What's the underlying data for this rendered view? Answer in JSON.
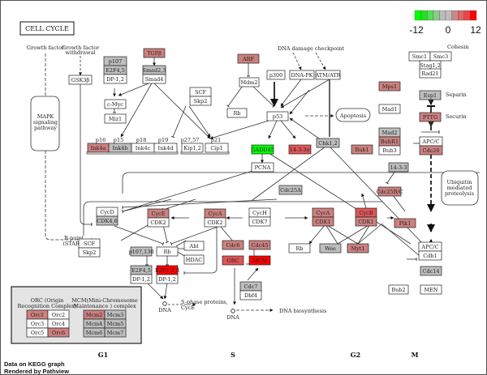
{
  "title": "CELL CYCLE",
  "legend": {
    "min_label": "-12",
    "mid_label": "0",
    "max_label": "12",
    "colors": [
      "#00ff00",
      "#22e022",
      "#55dd55",
      "#88cc88",
      "#bbbbbb",
      "#bebebe",
      "#cc8888",
      "#dd6666",
      "#ee4444",
      "#ff0000"
    ]
  },
  "colors": {
    "up_strong": "#ff0000",
    "up_medium": "#e05555",
    "up_light": "#cd8080",
    "neutral": "#bebebe",
    "none": "#ffffff",
    "down_strong": "#00ff00"
  },
  "labels": {
    "growth_factor": "Growth factor",
    "growth_factor_withdrawal_1": "Growth factor",
    "growth_factor_withdrawal_2": "withdrawal",
    "mapk_1": "MAPK",
    "mapk_2": "signaling",
    "mapk_3": "pathway",
    "dna_damage": "DNA damage checkpoint",
    "apoptosis": "Apoptosis",
    "rpoint_1": "R-point",
    "rpoint_2": "(START)",
    "cohesin": "Cohesin",
    "separin": "Separin",
    "securin": "Securin",
    "ubiquitin_1": "Ubiquitin",
    "ubiquitin_2": "mediated",
    "ubiquitin_3": "proteolysis",
    "sphase_1": "S-phase proteins,",
    "sphase_2": "CycE",
    "dna1": "DNA",
    "dna2": "DNA",
    "dna_biosynthesis": "DNA biosynthesis",
    "p16": "p16",
    "p15": "p15",
    "p18": "p18",
    "p19": "p19",
    "p27": "p27,57",
    "p21": "p21",
    "orc_title_1": "ORC (Origin",
    "orc_title_2": "Recognition Complex)",
    "mcm_title_1": "MCM(Mini-Chromosome",
    "mcm_title_2": "Maintenance ) complex"
  },
  "phases": [
    "G1",
    "S",
    "G2",
    "M"
  ],
  "footer": {
    "line1": "Data on KEGG graph",
    "line2": "Rendered by Pathview"
  },
  "nodes": [
    {
      "id": "gsk3b",
      "label": "GSK3β",
      "color": "none"
    },
    {
      "id": "p107a",
      "label": "p107",
      "color": "neutral"
    },
    {
      "id": "e2f45a",
      "label": "E2F4,5",
      "color": "neutral"
    },
    {
      "id": "dp12a",
      "label": "DP-1,2",
      "color": "none"
    },
    {
      "id": "tgfb",
      "label": "TGFβ",
      "color": "up_light"
    },
    {
      "id": "smad23",
      "label": "Smad2,3",
      "color": "neutral"
    },
    {
      "id": "smad4",
      "label": "Smad4",
      "color": "none"
    },
    {
      "id": "cmyc",
      "label": "c-Myc",
      "color": "none"
    },
    {
      "id": "miz1",
      "label": "Miz1",
      "color": "none"
    },
    {
      "id": "ink4a",
      "label": "Ink4a",
      "color": "up_light"
    },
    {
      "id": "ink4b",
      "label": "Ink4b",
      "color": "neutral"
    },
    {
      "id": "ink4c",
      "label": "Ink4c",
      "color": "none"
    },
    {
      "id": "ink4d",
      "label": "Ink4d",
      "color": "none"
    },
    {
      "id": "scf1",
      "label": "SCF",
      "color": "none"
    },
    {
      "id": "skp2a",
      "label": "Skp2",
      "color": "none"
    },
    {
      "id": "kip12",
      "label": "Kip1,2",
      "color": "none"
    },
    {
      "id": "cip1",
      "label": "Cip1",
      "color": "none"
    },
    {
      "id": "arf",
      "label": "ARF",
      "color": "up_light"
    },
    {
      "id": "mdm2",
      "label": "Mdm2",
      "color": "none"
    },
    {
      "id": "rb1",
      "label": "Rb",
      "color": "none"
    },
    {
      "id": "p300",
      "label": "p300",
      "color": "none"
    },
    {
      "id": "dnapk",
      "label": "DNA-PK",
      "color": "none"
    },
    {
      "id": "atmatr",
      "label": "ATM/ATR",
      "color": "none"
    },
    {
      "id": "p53",
      "label": "p53",
      "color": "none"
    },
    {
      "id": "gadd45",
      "label": "GADD45",
      "color": "down_strong"
    },
    {
      "id": "s1433s",
      "label": "14-3-3σ",
      "color": "up_medium"
    },
    {
      "id": "chk12",
      "label": "Chk1,2",
      "color": "neutral"
    },
    {
      "id": "pcna",
      "label": "PCNA",
      "color": "none"
    },
    {
      "id": "mps1",
      "label": "Mps1",
      "color": "up_light"
    },
    {
      "id": "mad1",
      "label": "Mad1",
      "color": "none"
    },
    {
      "id": "mad2",
      "label": "Mad2",
      "color": "neutral"
    },
    {
      "id": "bubr1",
      "label": "BubR1",
      "color": "up_light"
    },
    {
      "id": "bub3",
      "label": "Bub3",
      "color": "none"
    },
    {
      "id": "bub1",
      "label": "Bub1",
      "color": "up_light"
    },
    {
      "id": "smc1",
      "label": "Smc1",
      "color": "none"
    },
    {
      "id": "smc3",
      "label": "Smc3",
      "color": "none"
    },
    {
      "id": "stag12",
      "label": "Stag1,2",
      "color": "none"
    },
    {
      "id": "rad21",
      "label": "Rad21",
      "color": "none"
    },
    {
      "id": "esp1",
      "label": "Esp1",
      "color": "neutral"
    },
    {
      "id": "pttg",
      "label": "PTTG",
      "color": "up_light"
    },
    {
      "id": "apcc1",
      "label": "APC/C",
      "color": "none"
    },
    {
      "id": "cdc20",
      "label": "Cdc20",
      "color": "up_light"
    },
    {
      "id": "s1433",
      "label": "14-3-3",
      "color": "neutral"
    },
    {
      "id": "cdc25a",
      "label": "Cdc25A",
      "color": "neutral"
    },
    {
      "id": "cdc25bc",
      "label": "Cdc25B/C",
      "color": "up_light"
    },
    {
      "id": "cycd",
      "label": "CycD",
      "color": "none"
    },
    {
      "id": "cdk46",
      "label": "CDK4,6",
      "color": "neutral"
    },
    {
      "id": "cyce",
      "label": "CycE",
      "color": "up_light"
    },
    {
      "id": "cdk2a",
      "label": "CDK2",
      "color": "none"
    },
    {
      "id": "cyca1",
      "label": "CycA",
      "color": "up_light"
    },
    {
      "id": "cdk2b",
      "label": "CDK2",
      "color": "none"
    },
    {
      "id": "cych",
      "label": "CycH",
      "color": "none"
    },
    {
      "id": "cdk7",
      "label": "CDK7",
      "color": "none"
    },
    {
      "id": "cyca2",
      "label": "CycA",
      "color": "up_light"
    },
    {
      "id": "cdk1a",
      "label": "CDK1",
      "color": "up_light"
    },
    {
      "id": "cycb",
      "label": "CycB",
      "color": "up_medium"
    },
    {
      "id": "cdk1b",
      "label": "CDK1",
      "color": "up_light"
    },
    {
      "id": "plk1",
      "label": "Plk1",
      "color": "up_light"
    },
    {
      "id": "scf2",
      "label": "SCF",
      "color": "none"
    },
    {
      "id": "skp2b",
      "label": "Skp2",
      "color": "none"
    },
    {
      "id": "p107130",
      "label": "p107,130",
      "color": "neutral"
    },
    {
      "id": "rb2",
      "label": "Rb",
      "color": "none"
    },
    {
      "id": "abl",
      "label": "Abl",
      "color": "none"
    },
    {
      "id": "hdac",
      "label": "HDAC",
      "color": "none"
    },
    {
      "id": "e2f45b",
      "label": "E2F4,5",
      "color": "neutral"
    },
    {
      "id": "dp12b",
      "label": "DP-1,2",
      "color": "none"
    },
    {
      "id": "e2f123",
      "label": "E2F1,2,3",
      "color": "up_strong"
    },
    {
      "id": "dp12c",
      "label": "DP-1,2",
      "color": "none"
    },
    {
      "id": "cdc6",
      "label": "Cdc6",
      "color": "up_light"
    },
    {
      "id": "cdc45",
      "label": "Cdc45",
      "color": "up_light"
    },
    {
      "id": "orc",
      "label": "ORC",
      "color": "up_medium"
    },
    {
      "id": "mcm",
      "label": "MCM",
      "color": "up_strong"
    },
    {
      "id": "cdc7",
      "label": "Cdc7",
      "color": "neutral"
    },
    {
      "id": "dbf4",
      "label": "Dbf4",
      "color": "none"
    },
    {
      "id": "rb3",
      "label": "Rb",
      "color": "none"
    },
    {
      "id": "wee",
      "label": "Wee",
      "color": "neutral"
    },
    {
      "id": "myt1",
      "label": "Myt1",
      "color": "up_light"
    },
    {
      "id": "apcc2",
      "label": "APC/C",
      "color": "none"
    },
    {
      "id": "cdh1",
      "label": "Cdh1",
      "color": "none"
    },
    {
      "id": "cdc14",
      "label": "Cdc14",
      "color": "neutral"
    },
    {
      "id": "bub2",
      "label": "Bub2",
      "color": "none"
    },
    {
      "id": "men",
      "label": "MEN",
      "color": "none"
    },
    {
      "id": "orc1",
      "label": "Orc1",
      "color": "up_light"
    },
    {
      "id": "orc2",
      "label": "Orc2",
      "color": "none"
    },
    {
      "id": "orc3",
      "label": "Orc3",
      "color": "none"
    },
    {
      "id": "orc4",
      "label": "Orc4",
      "color": "none"
    },
    {
      "id": "orc5",
      "label": "Orc5",
      "color": "none"
    },
    {
      "id": "orc6",
      "label": "Orc6",
      "color": "up_light"
    },
    {
      "id": "mcm2",
      "label": "Mcm2",
      "color": "up_light"
    },
    {
      "id": "mcm3",
      "label": "Mcm3",
      "color": "neutral"
    },
    {
      "id": "mcm4",
      "label": "Mcm4",
      "color": "neutral"
    },
    {
      "id": "mcm5",
      "label": "Mcm5",
      "color": "neutral"
    },
    {
      "id": "mcm6",
      "label": "Mcm6",
      "color": "neutral"
    },
    {
      "id": "mcm7",
      "label": "Mcm7",
      "color": "neutral"
    }
  ]
}
